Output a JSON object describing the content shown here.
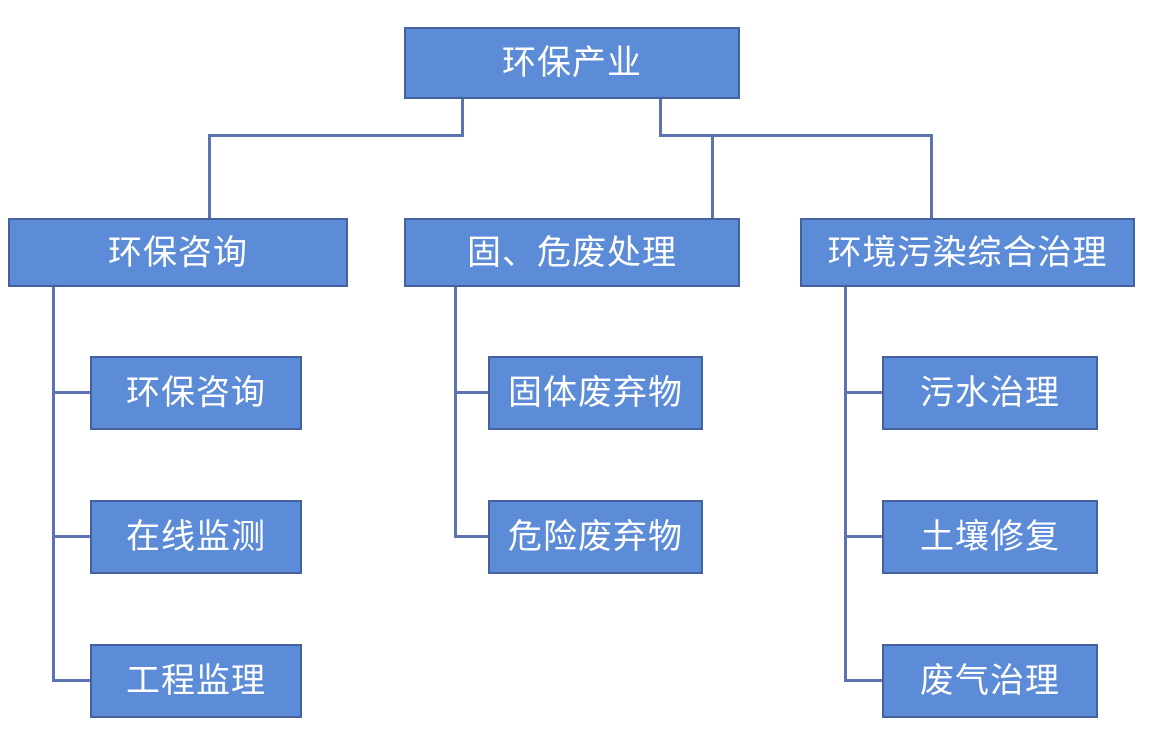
{
  "diagram": {
    "title_node": "环保产业",
    "root": {
      "label": "环保产业"
    },
    "branches": [
      {
        "label": "环保咨询",
        "children": [
          {
            "label": "环保咨询"
          },
          {
            "label": "在线监测"
          },
          {
            "label": "工程监理"
          }
        ]
      },
      {
        "label": "固、危废处理",
        "children": [
          {
            "label": "固体废弃物"
          },
          {
            "label": "危险废弃物"
          }
        ]
      },
      {
        "label": "环境污染综合治理",
        "children": [
          {
            "label": "污水治理"
          },
          {
            "label": "土壤修复"
          },
          {
            "label": "废气治理"
          }
        ]
      }
    ],
    "colors": {
      "box_fill": "#5C8BD7",
      "box_border": "#44619E",
      "connector": "#5B73B1",
      "text": "#FFFFFF",
      "background": "#FFFFFF"
    }
  }
}
